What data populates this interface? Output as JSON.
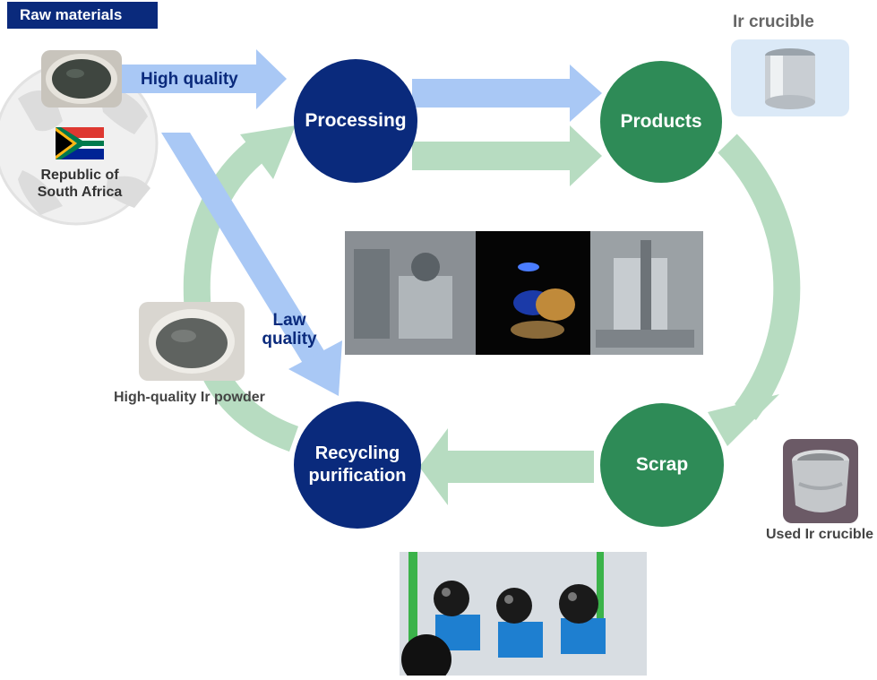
{
  "title": "Raw materials",
  "source": {
    "arrow_label": "High quality",
    "country": "Republic of\nSouth Africa"
  },
  "nodes": {
    "processing": "Processing",
    "products": "Products",
    "scrap": "Scrap",
    "recycling": "Recycling\npurification"
  },
  "labels": {
    "ir_crucible": "Ir crucible",
    "used_ir_crucible": "Used Ir crucible",
    "ir_powder": "High-quality Ir powder",
    "low_quality": "Law\nquality"
  },
  "colors": {
    "navy": "#0a2a7c",
    "green": "#2e8b57",
    "light_blue_arrow": "#a9c8f5",
    "light_green_arrow": "#b7dcc1",
    "flag_green": "#007a4d",
    "flag_red": "#de3831",
    "flag_blue": "#002395",
    "flag_gold": "#ffb612"
  }
}
